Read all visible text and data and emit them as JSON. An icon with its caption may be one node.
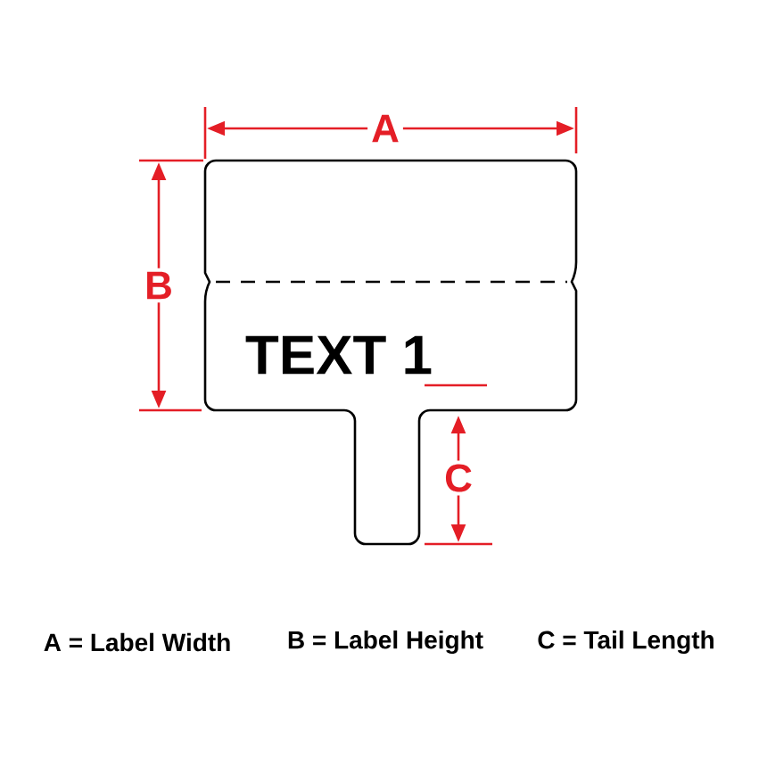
{
  "diagram": {
    "nodes": [
      {
        "text": [
          "TEXT 1"
        ]
      }
    ],
    "labels": [
      "A",
      "B",
      "C",
      "A = Label Width",
      "B = Label Height",
      "C = Tail Length"
    ]
  }
}
